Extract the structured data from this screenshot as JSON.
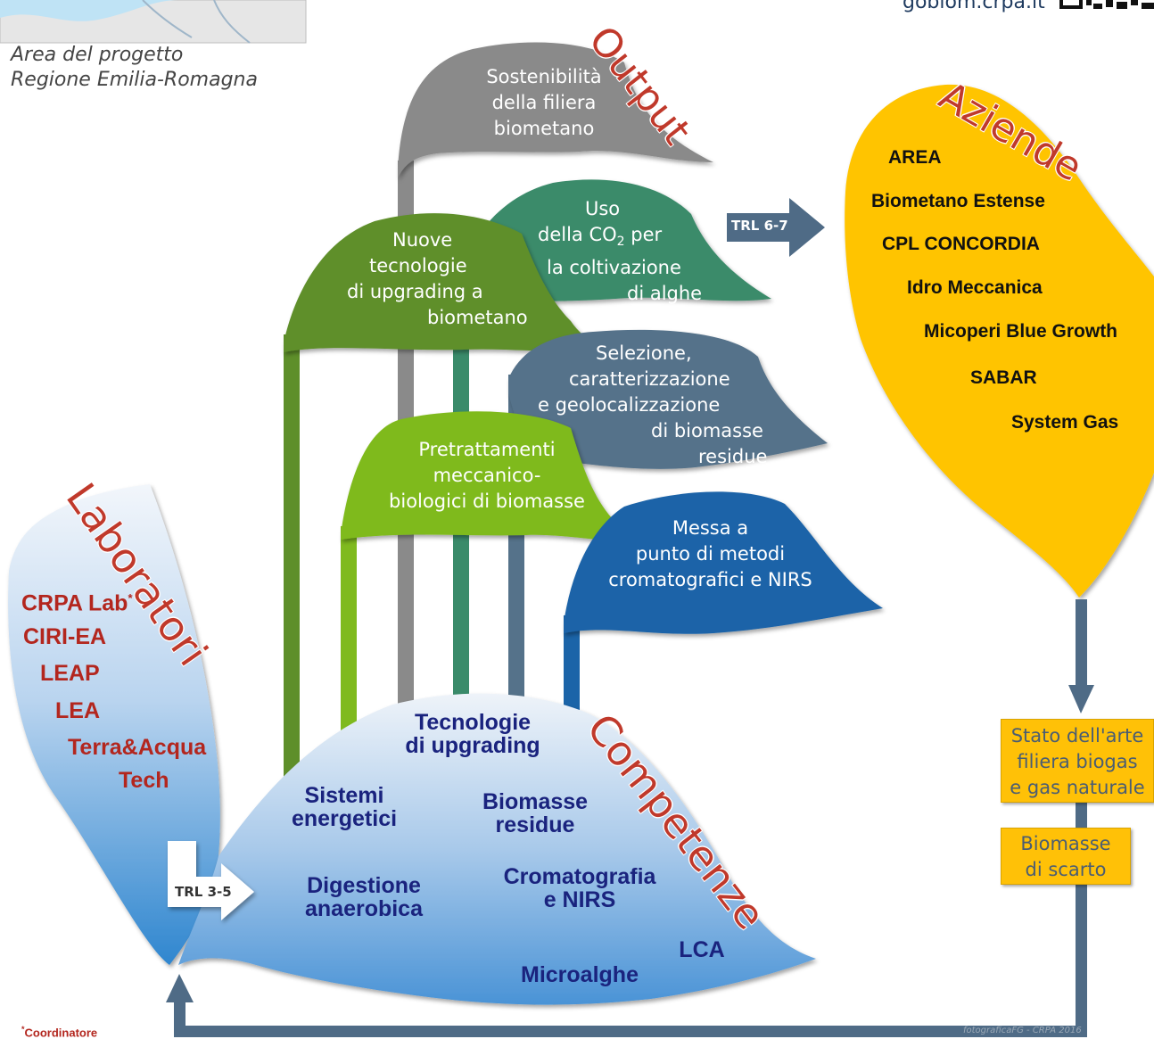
{
  "header": {
    "url_text": "gobiom.crpa.it"
  },
  "map_caption": {
    "line1": "Area del progetto",
    "line2": "Regione Emilia-Romagna"
  },
  "titles": {
    "output": "Output",
    "aziende": "Aziende",
    "laboratori": "Laboratori",
    "competenze": "Competenze"
  },
  "flags": {
    "sostenibilita": [
      "Sostenibilità",
      "della filiera",
      "biometano"
    ],
    "uso_co2": {
      "l1": "Uso",
      "l2_pre": "della CO",
      "l2_sub": "2",
      "l2_post": " per",
      "l3": "la coltivazione",
      "l4": "di alghe"
    },
    "nuove": [
      "Nuove",
      "tecnologie",
      "di upgrading a",
      "biometano"
    ],
    "selezione": [
      "Selezione,",
      "caratterizzazione",
      "e geolocalizzazione",
      "di biomasse",
      "residue"
    ],
    "pretrattamenti": [
      "Pretrattamenti",
      "meccanico-",
      "biologici di biomasse"
    ],
    "messa": [
      "Messa a",
      "punto di metodi",
      "cromatografici e NIRS"
    ]
  },
  "trl": {
    "high": "TRL 6-7",
    "low": "TRL 3-5"
  },
  "aziende": [
    "AREA",
    "Biometano Estense",
    "CPL CONCORDIA",
    "Idro Meccanica",
    "Micoperi Blue Growth",
    "SABAR",
    "System Gas"
  ],
  "laboratori": {
    "crpa": "CRPA Lab",
    "crpa_mark": "*",
    "items": [
      "CIRI-EA",
      "LEAP",
      "LEA",
      "Terra&Acqua",
      "Tech"
    ]
  },
  "competenze": {
    "tecnologie": [
      "Tecnologie",
      "di upgrading"
    ],
    "sistemi": [
      "Sistemi",
      "energetici"
    ],
    "biomasse": [
      "Biomasse",
      "residue"
    ],
    "digestione": [
      "Digestione",
      "anaerobica"
    ],
    "cromatografia": [
      "Cromatografia",
      "e NIRS"
    ],
    "lca": "LCA",
    "microalghe": "Microalghe"
  },
  "boxes": {
    "stato": [
      "Stato dell'arte",
      "filiera biogas",
      "e gas naturale"
    ],
    "biomasse_scarto": [
      "Biomasse",
      "di scarto"
    ]
  },
  "footnote": {
    "mark": "*",
    "text": "Coordinatore"
  },
  "credit": "fotograficaFG - CRPA 2016",
  "colors": {
    "gray": "#8a8a8a",
    "green_dark": "#5e8f2a",
    "teal": "#3a8b6a",
    "slate": "#55728a",
    "lime": "#7fba1e",
    "blue": "#1b64a8",
    "yellow": "#ffc400",
    "title_red": "#c0392b",
    "arrow": "#4f6b86"
  }
}
